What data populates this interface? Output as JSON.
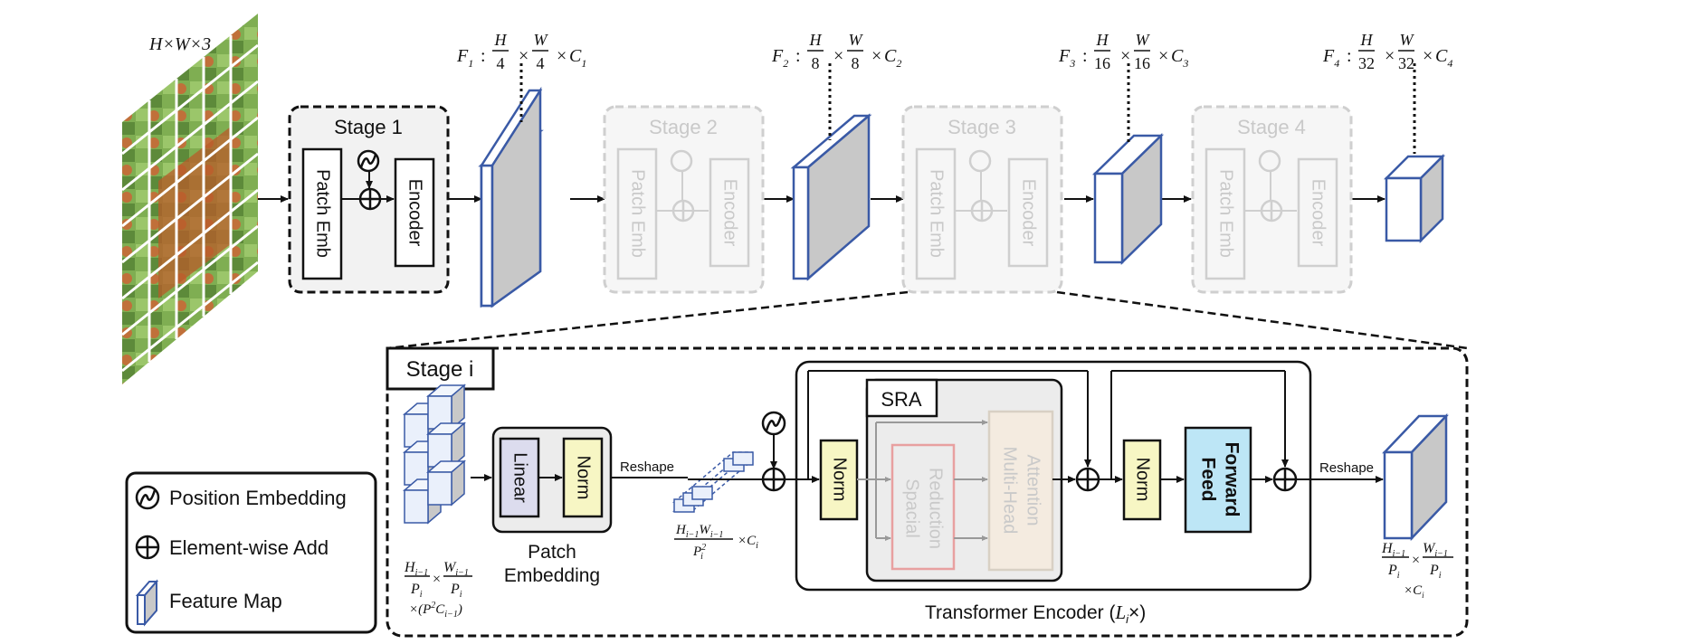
{
  "input_label": "H×W×3",
  "stages": [
    {
      "label": "Stage 1",
      "patch_emb": "Patch Emb",
      "encoder": "Encoder"
    },
    {
      "label": "Stage 2",
      "patch_emb": "Patch Emb",
      "encoder": "Encoder"
    },
    {
      "label": "Stage 3",
      "patch_emb": "Patch Emb",
      "encoder": "Encoder"
    },
    {
      "label": "Stage 4",
      "patch_emb": "Patch Emb",
      "encoder": "Encoder"
    }
  ],
  "features": [
    {
      "name": "F",
      "sub": "1",
      "hnum": "H",
      "hden": "4",
      "wnum": "W",
      "wden": "4",
      "c": "C",
      "csub": "1"
    },
    {
      "name": "F",
      "sub": "2",
      "hnum": "H",
      "hden": "8",
      "wnum": "W",
      "wden": "8",
      "c": "C",
      "csub": "2"
    },
    {
      "name": "F",
      "sub": "3",
      "hnum": "H",
      "hden": "16",
      "wnum": "W",
      "wden": "16",
      "c": "C",
      "csub": "3"
    },
    {
      "name": "F",
      "sub": "4",
      "hnum": "H",
      "hden": "32",
      "wnum": "W",
      "wden": "32",
      "c": "C",
      "csub": "4"
    }
  ],
  "detail": {
    "stage_label": "Stage i",
    "linear": "Linear",
    "norm": "Norm",
    "patch_embedding_line1": "Patch",
    "patch_embedding_line2": "Embedding",
    "reshape": "Reshape",
    "sra": "SRA",
    "spacial_reduction_line1": "Spacial",
    "spacial_reduction_line2": "Reduction",
    "mha_line1": "Multi-Head",
    "mha_line2": "Attention",
    "feed_forward_line1": "Feed",
    "feed_forward_line2": "Forward",
    "transformer_encoder": "Transformer Encoder (",
    "transformer_encoder_var": "L",
    "transformer_encoder_sub": "i",
    "transformer_encoder_end": "×)",
    "input_dim_num1": "H",
    "input_dim_num1_sub": "i−1",
    "input_dim_den1": "P",
    "input_dim_den1_sub": "i",
    "input_dim_num2": "W",
    "input_dim_num2_sub": "i−1",
    "input_dim_den2": "P",
    "input_dim_den2_sub": "i",
    "input_dim_extra": "×(P",
    "input_dim_extra2": "C",
    "input_dim_extra2_sub": "i−1",
    "input_dim_extra_end": ")",
    "tokens_num": "H",
    "tokens_num_sub": "i−1",
    "tokens_num2": "W",
    "tokens_num2_sub": "i−1",
    "tokens_den": "P",
    "tokens_den_sub": "i",
    "tokens_c": "×C",
    "tokens_c_sub": "i",
    "out_num1": "H",
    "out_num1_sub": "i−1",
    "out_den1": "P",
    "out_den1_sub": "i",
    "out_num2": "W",
    "out_num2_sub": "i−1",
    "out_den2": "P",
    "out_den2_sub": "i",
    "out_c": "×C",
    "out_c_sub": "i"
  },
  "legend": [
    {
      "icon": "position-embedding-icon",
      "label": "Position Embedding"
    },
    {
      "icon": "element-wise-add-icon",
      "label": "Element-wise Add"
    },
    {
      "icon": "feature-map-icon",
      "label": "Feature Map"
    }
  ],
  "colors": {
    "feature_map_edge": "#3a5aa6",
    "feature_map_side": "#c8c8c8",
    "linear_fill": "#dcdcee",
    "norm_fill": "#f7f6c4",
    "feed_forward_fill": "#bde6f6",
    "spacial_reduction_stroke": "#e8a0a0",
    "mha_fill": "#f4ebe0",
    "ghost": "#c9c9c9"
  }
}
